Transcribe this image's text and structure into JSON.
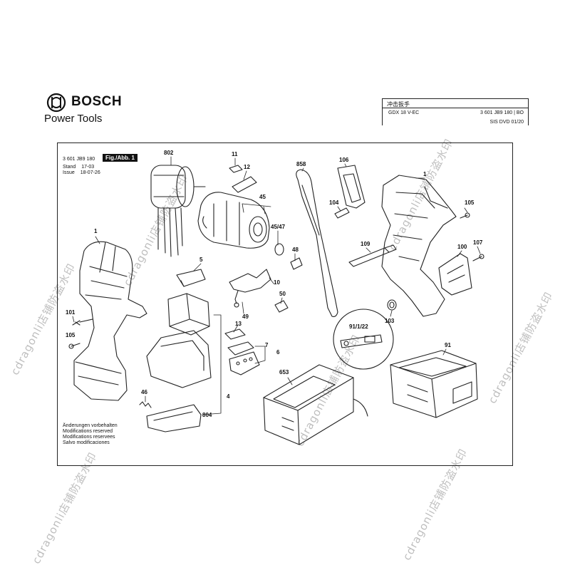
{
  "header": {
    "brand": "BOSCH",
    "subbrand": "Power Tools"
  },
  "titlebox": {
    "chinese_name": "冲击扳手",
    "model": "GDX 18 V-EC",
    "part_number": "3 601 JB9 180 | BO",
    "sis": "SIS DVD 01/20"
  },
  "meta": {
    "number": "3 601 JB9 180",
    "stand_label": "Stand",
    "stand_value": "17-03",
    "issue_label": "Issue",
    "issue_value": "18-07-26",
    "figure_tag": "Fig./Abb. 1"
  },
  "notes": [
    "Änderungen vorbehalten",
    "Modifications reserved",
    "Modifications reservees",
    "Salvo modificaciones"
  ],
  "part_labels": [
    "802",
    "11",
    "12",
    "45",
    "45/47",
    "48",
    "10",
    "50",
    "49",
    "13",
    "7",
    "6",
    "5",
    "1",
    "101",
    "105",
    "4",
    "46",
    "804",
    "858",
    "106",
    "104",
    "109",
    "1",
    "105",
    "100",
    "107",
    "103",
    "91/1/22",
    "91",
    "653"
  ],
  "watermark": "cdragonli店铺防盗水印"
}
